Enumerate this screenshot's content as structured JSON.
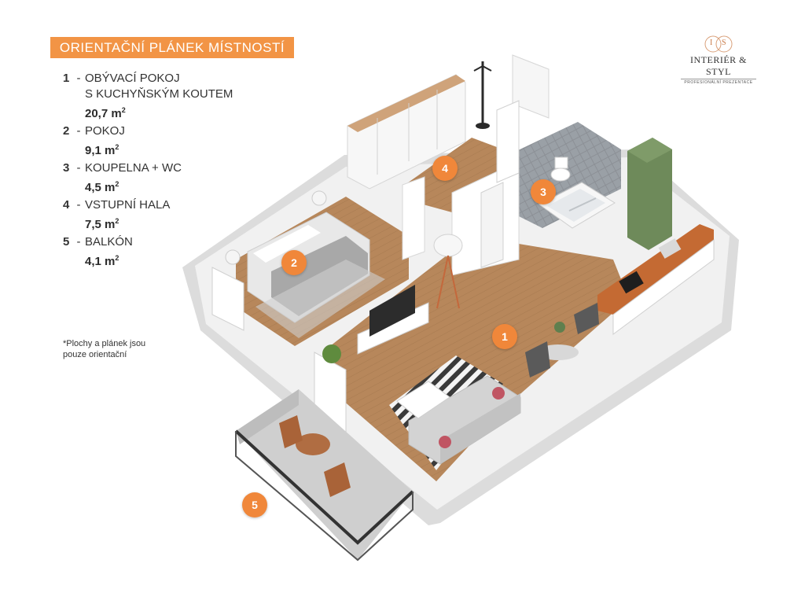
{
  "title": "ORIENTAČNÍ PLÁNEK MÍSTNOSTÍ",
  "rooms": [
    {
      "number": "1",
      "dash": "-",
      "lines": [
        "OBÝVACÍ POKOJ",
        "S KUCHYŇSKÝM KOUTEM"
      ],
      "area": "20,7 m",
      "unit_sup": "2"
    },
    {
      "number": "2",
      "dash": "-",
      "lines": [
        "POKOJ"
      ],
      "area": "9,1 m",
      "unit_sup": "2"
    },
    {
      "number": "3",
      "dash": "-",
      "lines": [
        "KOUPELNA + WC"
      ],
      "area": "4,5 m",
      "unit_sup": "2"
    },
    {
      "number": "4",
      "dash": "-",
      "lines": [
        "VSTUPNÍ HALA"
      ],
      "area": "7,5 m",
      "unit_sup": "2"
    },
    {
      "number": "5",
      "dash": "-",
      "lines": [
        "BALKÓN"
      ],
      "area": "4,1 m",
      "unit_sup": "2"
    }
  ],
  "note": "*Plochy  a plánek jsou pouze orientační",
  "logo": {
    "letters": [
      "I",
      "S"
    ],
    "name": "INTERIÉR & STYL",
    "subtitle": "PROFESIONÁLNÍ PREZENTACE"
  },
  "badges": [
    "1",
    "2",
    "3",
    "4",
    "5"
  ],
  "colors": {
    "accent": "#f29445",
    "badge": "#f0873a",
    "floor": "#b7875b",
    "wall": "#efefef",
    "cabinet": "#6e8a5a"
  },
  "icons": [
    "tv-icon",
    "bed-icon",
    "sofa-icon",
    "bathtub-icon",
    "toilet-icon",
    "fridge-icon",
    "floor-lamp-icon",
    "plant-icon",
    "coat-rack-icon",
    "table-icon",
    "chair-icon"
  ]
}
